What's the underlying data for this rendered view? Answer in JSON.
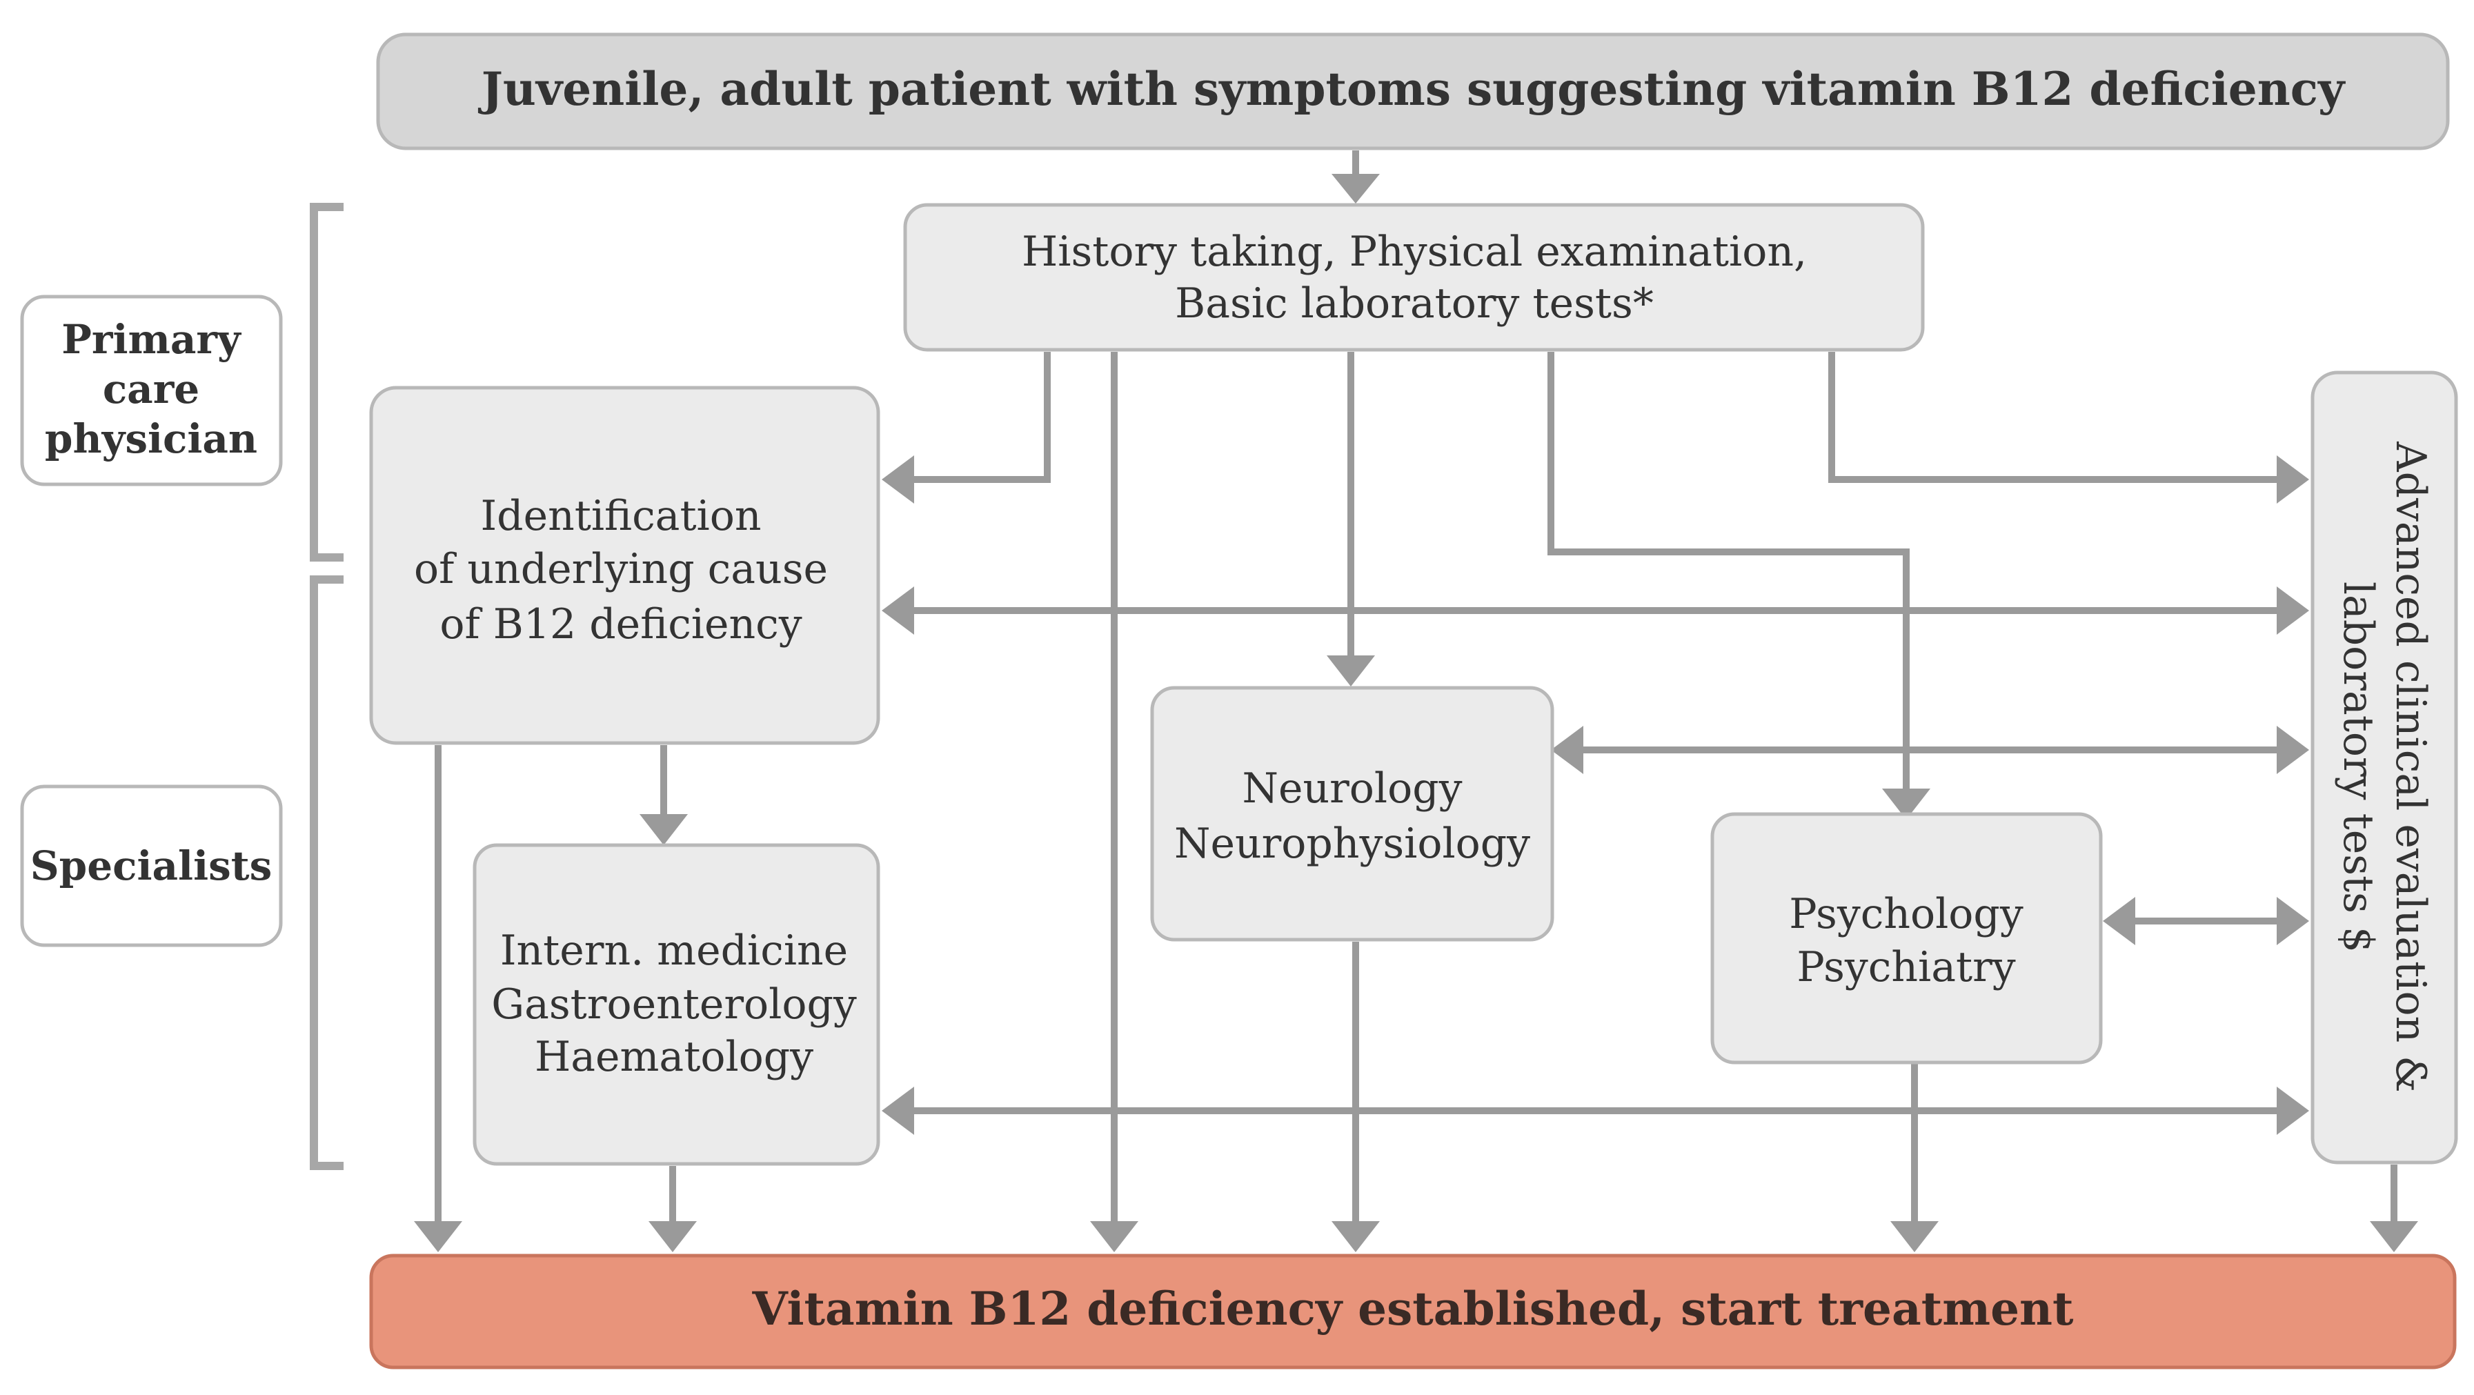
{
  "top_box": {
    "label": "Juvenile, adult patient with symptoms suggesting vitamin B12 deficiency"
  },
  "history_box": {
    "line1": "History taking, Physical examination,",
    "line2": "Basic laboratory tests*"
  },
  "identification_box": {
    "line1": "Identification",
    "line2": "of underlying cause",
    "line3": "of B12 deficiency"
  },
  "neurology_box": {
    "line1": "Neurology",
    "line2": "Neurophysiology"
  },
  "psychology_box": {
    "line1": "Psychology",
    "line2": "Psychiatry"
  },
  "internal_box": {
    "line1": "Intern. medicine",
    "line2": "Gastroenterology",
    "line3": "Haematology"
  },
  "advanced_box": {
    "line1": "Advanced clinical evaluation &",
    "line2": "laboratory tests $"
  },
  "bottom_box": {
    "label": "Vitamin B12 deficiency established, start treatment"
  },
  "side_labels": {
    "primary_line1": "Primary",
    "primary_line2": "care",
    "primary_line3": "physician",
    "specialists": "Specialists"
  },
  "colors": {
    "top_box_fill": "#d6d6d6",
    "node_fill": "#ebebeb",
    "outcome_fill": "#e8947b",
    "arrow": "#9a9a9a"
  }
}
